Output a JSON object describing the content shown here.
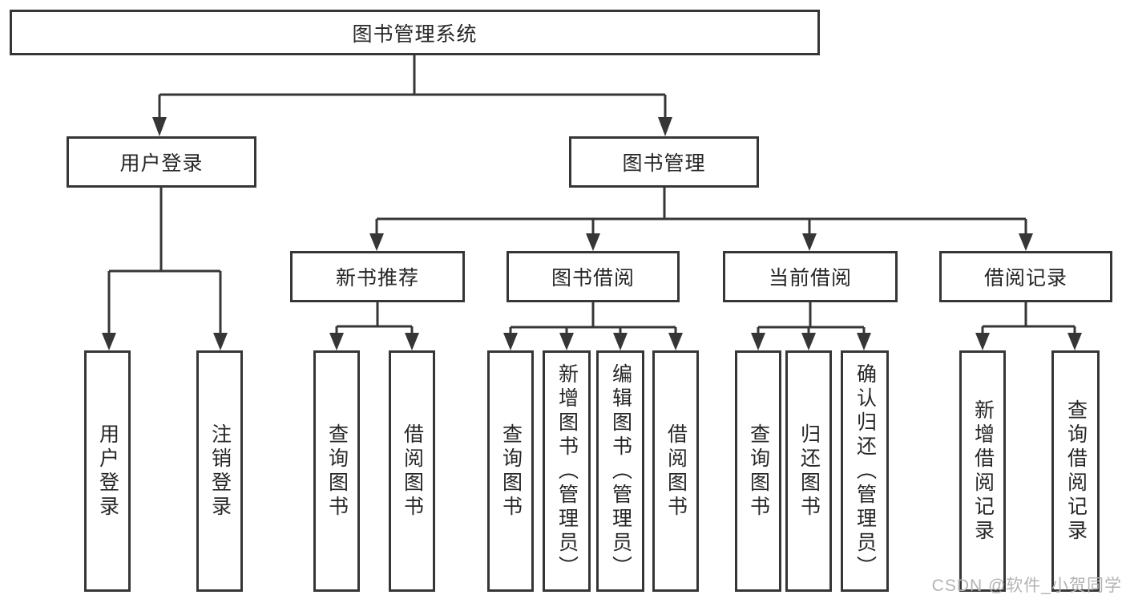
{
  "tree": {
    "root": {
      "label": "图书管理系统"
    },
    "branches": [
      {
        "label": "用户登录",
        "children": [
          {
            "label": "用户登录"
          },
          {
            "label": "注销登录"
          }
        ]
      },
      {
        "label": "图书管理",
        "groups": [
          {
            "label": "新书推荐",
            "children": [
              {
                "label": "查询图书"
              },
              {
                "label": "借阅图书"
              }
            ]
          },
          {
            "label": "图书借阅",
            "children": [
              {
                "label": "查询图书"
              },
              {
                "label": "新增图书（管理员）"
              },
              {
                "label": "编辑图书（管理员）"
              },
              {
                "label": "借阅图书"
              }
            ]
          },
          {
            "label": "当前借阅",
            "children": [
              {
                "label": "查询图书"
              },
              {
                "label": "归还图书"
              },
              {
                "label": "确认归还（管理员）"
              }
            ]
          },
          {
            "label": "借阅记录",
            "children": [
              {
                "label": "新增借阅记录"
              },
              {
                "label": "查询借阅记录"
              }
            ]
          }
        ]
      }
    ]
  },
  "watermark": {
    "text": "CSDN @软件_小贺同学"
  },
  "colors": {
    "line": "#363636",
    "text": "#262626",
    "background": "#ffffff",
    "watermark": "#b3b3b3"
  }
}
